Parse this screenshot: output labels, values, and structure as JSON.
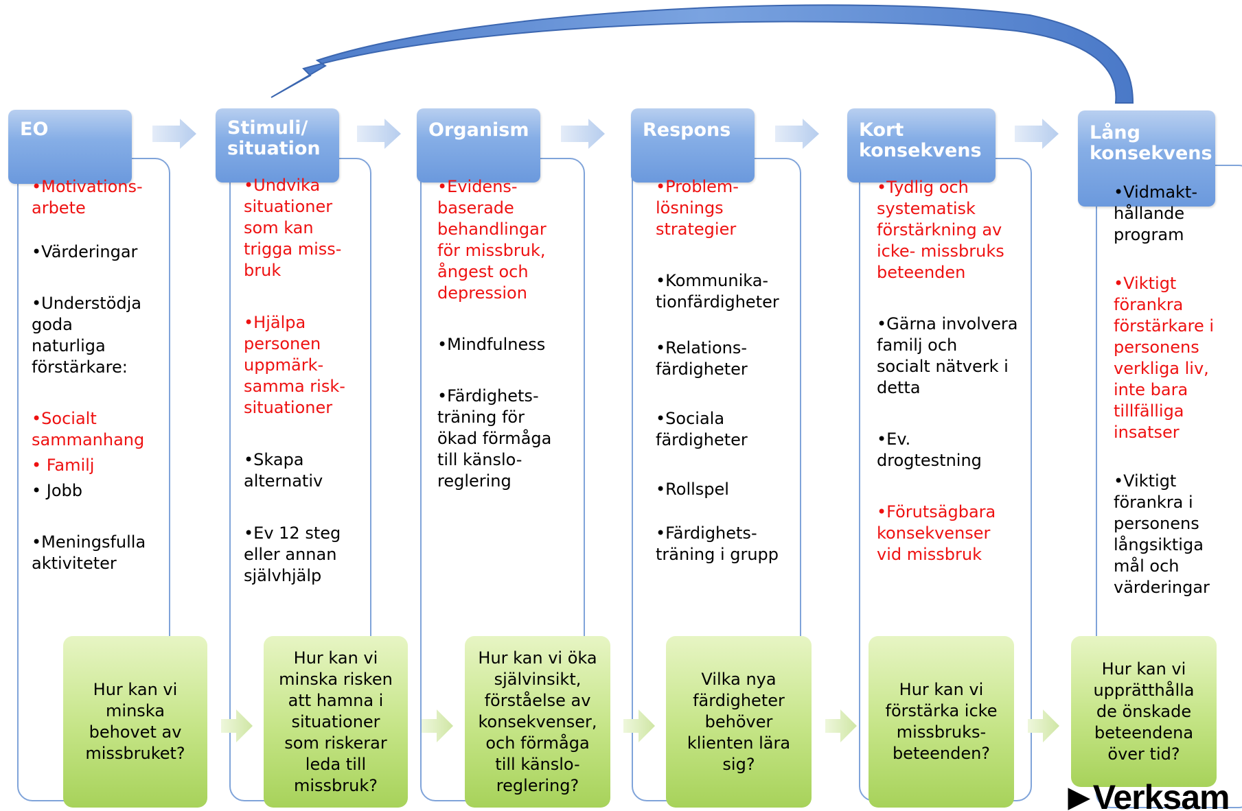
{
  "columns": [
    {
      "title": [
        "EO"
      ],
      "items": [
        {
          "text": "Motivations-\narbete",
          "red": true
        },
        {
          "text": "Värderingar",
          "red": false
        },
        {
          "text": "Understödja\ngoda\nnaturliga\nförstärkare:",
          "red": false
        },
        {
          "text": "Socialt\nsammanhang",
          "red": true
        },
        {
          "text": " Familj",
          "red": true
        },
        {
          "text": " Jobb",
          "red": false
        },
        {
          "text": "Meningsfulla\naktiviteter",
          "red": false
        }
      ],
      "question": "Hur kan vi\nminska\nbehovet av\nmissbruket?"
    },
    {
      "title": [
        "Stimuli/",
        "situation"
      ],
      "items": [
        {
          "text": "Undvika\nsituationer\nsom kan\ntrigga miss-\nbruk",
          "red": true
        },
        {
          "text": "Hjälpa\npersonen\nuppmärk-\nsamma risk-\nsituationer",
          "red": true
        },
        {
          "text": "Skapa\nalternativ",
          "red": false
        },
        {
          "text": "Ev 12 steg\neller annan\nsjälvhjälp",
          "red": false
        }
      ],
      "question": "Hur kan vi\nminska risken\natt hamna i\nsituationer\nsom riskerar\nleda till\nmissbruk?"
    },
    {
      "title": [
        "Organism"
      ],
      "items": [
        {
          "text": "Evidens-\nbaserade\nbehandlingar\nför missbruk,\nångest och\ndepression",
          "red": true
        },
        {
          "text": "Mindfulness",
          "red": false
        },
        {
          "text": "Färdighets-\nträning för\nökad förmåga\ntill känslo-\nreglering",
          "red": false
        }
      ],
      "question": "Hur kan vi öka\nsjälvinsikt,\nförståelse av\nkonsekvenser,\noch förmåga\ntill känslo-\nreglering?"
    },
    {
      "title": [
        "Respons"
      ],
      "items": [
        {
          "text": "Problem-\nlösnings\nstrategier",
          "red": true
        },
        {
          "text": "Kommunika-\ntionfärdigheter",
          "red": false
        },
        {
          "text": "Relations-\nfärdigheter",
          "red": false
        },
        {
          "text": "Sociala\nfärdigheter",
          "red": false
        },
        {
          "text": "Rollspel",
          "red": false
        },
        {
          "text": "Färdighets-\nträning i grupp",
          "red": false
        }
      ],
      "question": "Vilka nya\nfärdigheter\nbehöver\nklienten lära\nsig?"
    },
    {
      "title": [
        "Kort",
        "konsekvens"
      ],
      "items": [
        {
          "text": "Tydlig och\nsystematisk\nförstärkning av\nicke- missbruks\nbeteenden",
          "red": true
        },
        {
          "text": "Gärna involvera\nfamilj och\nsocialt nätverk i\ndetta",
          "red": false
        },
        {
          "text": "Ev.\ndrogtestning",
          "red": false
        },
        {
          "text": "Förutsägbara\nkonsekvenser\nvid missbruk",
          "red": true
        }
      ],
      "question": "Hur kan vi\nförstärka icke\nmissbruks-\nbeteenden?"
    },
    {
      "title": [
        "Lång",
        "konsekvens"
      ],
      "items": [
        {
          "text": "Vidmakt-\nhållande\nprogram",
          "red": false
        },
        {
          "text": "Viktigt\nförankra\nförstärkare i\npersonens\nverkliga liv,\ninte bara\ntillfälliga\ninsatser",
          "red": true
        },
        {
          "text": "Viktigt\nförankra i\npersonens\nlångsiktiga\nmål och\nvärderingar",
          "red": false
        }
      ],
      "question": "Hur kan vi\nupprätthålla\nde önskade\nbeteendena\növer tid?"
    }
  ],
  "bullet": "•",
  "logo": "Verksam",
  "colors": {
    "header_blue": "#6b99dd",
    "question_green": "#b5da6e",
    "red_text": "#ee1111",
    "card_border": "#7fa3d9"
  }
}
